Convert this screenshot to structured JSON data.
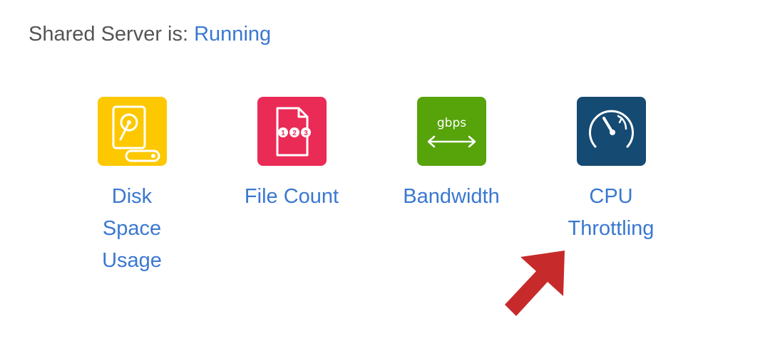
{
  "status": {
    "prefix": "Shared Server is: ",
    "state": "Running"
  },
  "tools": [
    {
      "icon": "hard-drive-icon",
      "color": "#fdc800",
      "label_lines": [
        "Disk",
        "Space",
        "Usage"
      ]
    },
    {
      "icon": "file-count-icon",
      "color": "#ea2b56",
      "label_lines": [
        "File Count"
      ]
    },
    {
      "icon": "bandwidth-icon",
      "color": "#56a30a",
      "icon_text": "gbps",
      "label_lines": [
        "Bandwidth"
      ]
    },
    {
      "icon": "speedometer-icon",
      "color": "#154a72",
      "label_lines": [
        "CPU",
        "Throttling"
      ]
    }
  ],
  "annotation": {
    "icon": "red-arrow-icon",
    "color": "#c72a2a"
  }
}
